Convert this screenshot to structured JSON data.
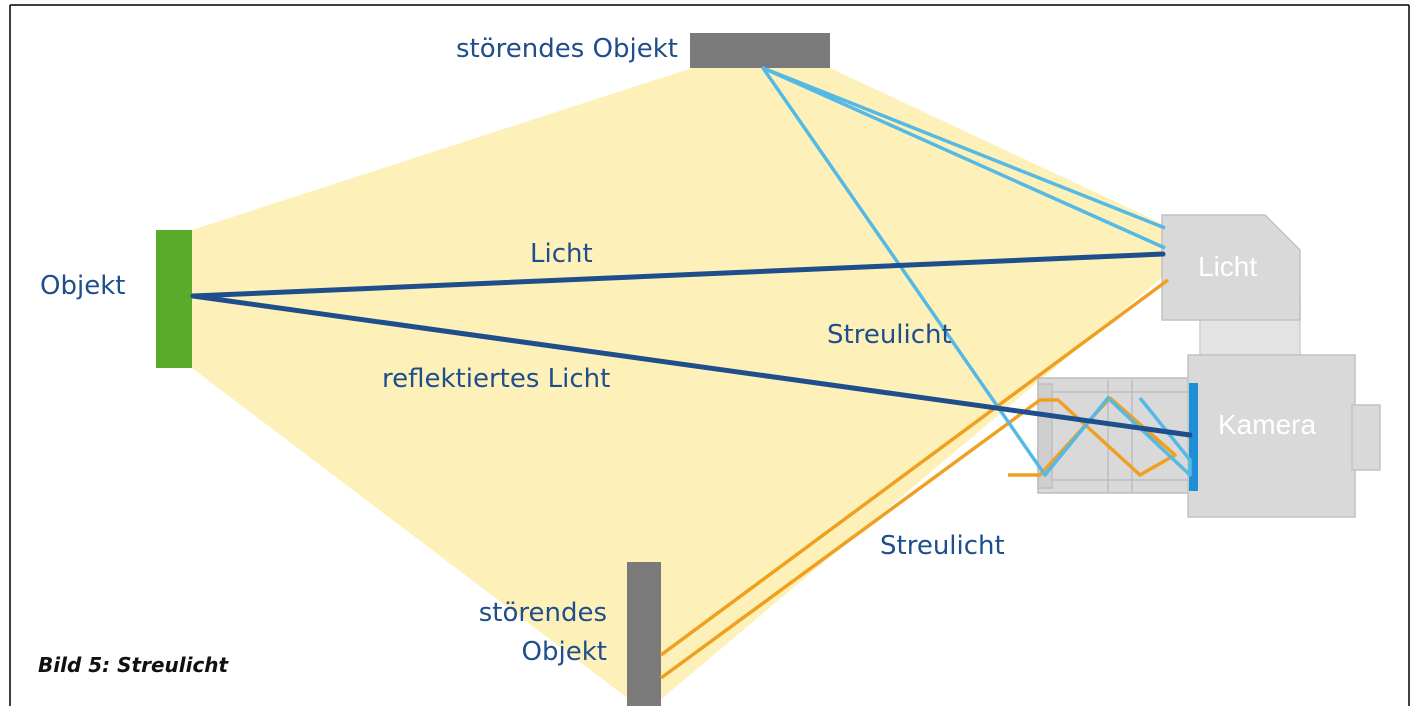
{
  "labels": {
    "objekt": "Objekt",
    "stoerendes_top": "störendes Objekt",
    "stoerendes_bottom_line1": "störendes",
    "stoerendes_bottom_line2": "Objekt",
    "licht_ray": "Licht",
    "reflektiert": "reflektiertes Licht",
    "streulicht_upper": "Streulicht",
    "streulicht_lower": "Streulicht",
    "licht_box": "Licht",
    "kamera_box": "Kamera"
  },
  "caption": "Bild 5: Streulicht",
  "colors": {
    "light_cone": "#fdf0b8",
    "object": "#5aab2b",
    "disturbing_object": "#7a7a7a",
    "main_ray": "#1f4e8c",
    "stray_ray_blue": "#55b9e6",
    "stray_ray_orange": "#f0a020",
    "device": "#d9d9d9",
    "sensor": "#1e8fd6",
    "text": "#1f4e8c"
  }
}
